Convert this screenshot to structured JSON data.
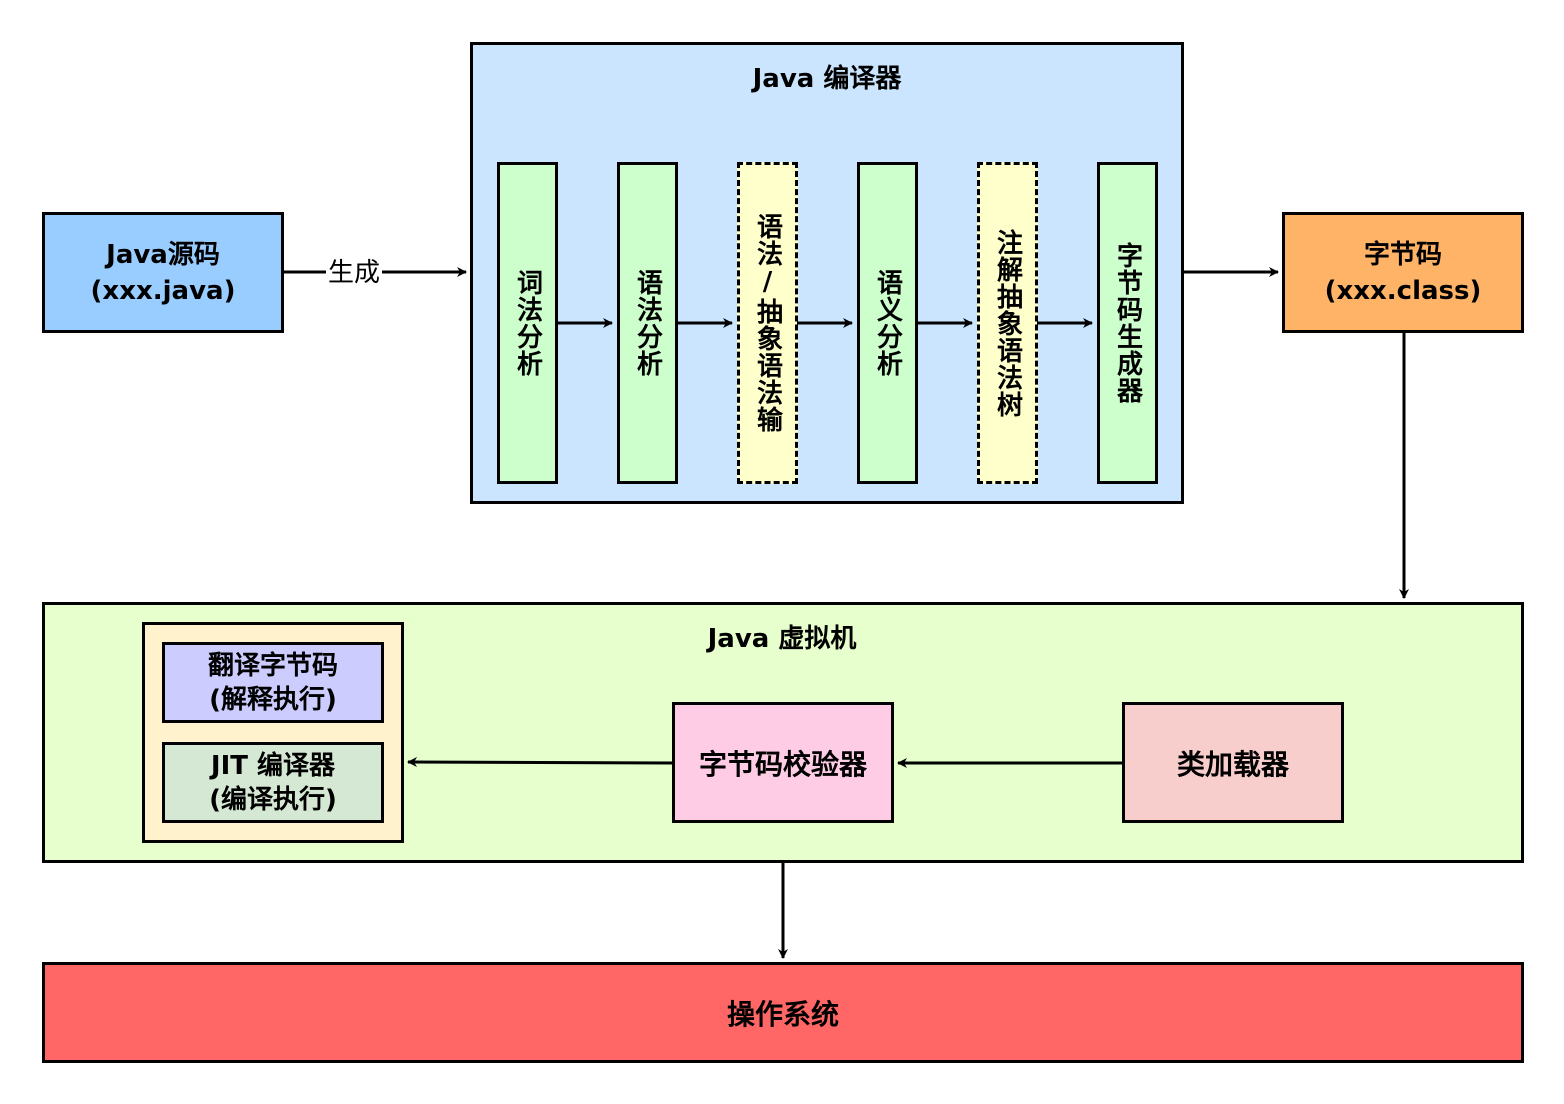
{
  "source": {
    "line1": "Java源码",
    "line2": "(xxx.java)",
    "color": "#99ccff"
  },
  "edge_generate_label": "生成",
  "compiler": {
    "title": "Java 编译器",
    "color": "#cce5ff",
    "stages": [
      {
        "label": "词法分析",
        "style": "solid",
        "color": "#ccffcc"
      },
      {
        "label": "语法分析",
        "style": "solid",
        "color": "#ccffcc"
      },
      {
        "label": "语法/抽象语法输",
        "style": "dashed",
        "color": "#ffffcc"
      },
      {
        "label": "语义分析",
        "style": "solid",
        "color": "#ccffcc"
      },
      {
        "label": "注解抽象语法树",
        "style": "dashed",
        "color": "#ffffcc"
      },
      {
        "label": "字节码生成器",
        "style": "solid",
        "color": "#ccffcc"
      }
    ]
  },
  "bytecode": {
    "line1": "字节码",
    "line2": "(xxx.class)",
    "color": "#ffb366"
  },
  "jvm": {
    "title": "Java 虚拟机",
    "color": "#e6ffcc",
    "class_loader": {
      "label": "类加载器",
      "color": "#f8cecc"
    },
    "verifier": {
      "label": "字节码校验器",
      "color": "#ffcce6"
    },
    "exec_group_color": "#fff2cc",
    "interpreter": {
      "line1": "翻译字节码",
      "line2": "(解释执行)",
      "color": "#ccccff"
    },
    "jit": {
      "line1": "JIT 编译器",
      "line2": "(编译执行)",
      "color": "#d5e8d4"
    }
  },
  "os": {
    "label": "操作系统",
    "color": "#ff6666"
  }
}
